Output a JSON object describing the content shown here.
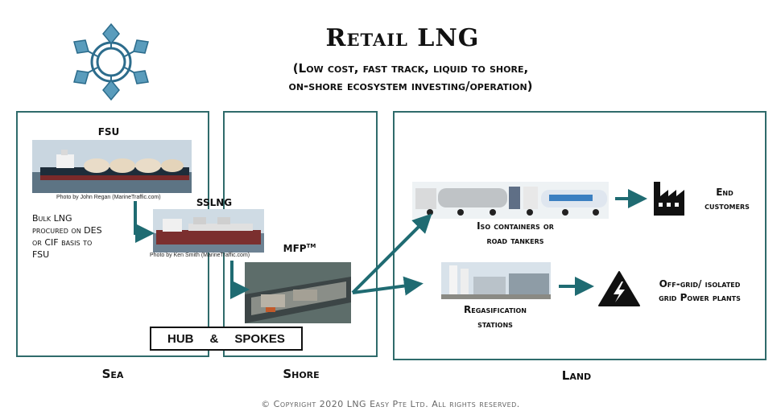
{
  "header": {
    "title": "Retail LNG",
    "subtitle_line1": "(Low cost, fast track, liquid to shore,",
    "subtitle_line2": "on-shore ecosystem investing/operation)"
  },
  "fsu": {
    "label": "FSU",
    "credit": "Photo by John Regan (MarineTraffic.com)"
  },
  "sslng": {
    "label": "SSLNG",
    "credit": "Photo by Ken Smith (MarineTraffic.com)"
  },
  "mfp": {
    "label": "MFP",
    "sup": "TM"
  },
  "bulk_text": [
    "Bulk LNG",
    "procured on DES",
    "or CIF basis to",
    "FSU"
  ],
  "hub": {
    "word1": "HUB",
    "word2": "&",
    "word3": "SPOKES"
  },
  "land": {
    "iso_line1": "Iso containers or",
    "iso_line2": "road tankers",
    "end_line1": "End",
    "end_line2": "customers",
    "regas_line1": "Regasification",
    "regas_line2": "stations",
    "offgrid_line1": "Off-grid/ isolated",
    "offgrid_line2": "grid Power plants"
  },
  "sections": {
    "sea": "Sea",
    "shore": "Shore",
    "land": "Land"
  },
  "copyright": "© Copyright 2020 LNG Easy Pte Ltd. All rights reserved.",
  "colors": {
    "accent": "#1f6b72",
    "panel_border": "#2f6b6b"
  },
  "icons": [
    "snowflake-logo-icon",
    "factory-icon",
    "high-voltage-warning-icon"
  ]
}
